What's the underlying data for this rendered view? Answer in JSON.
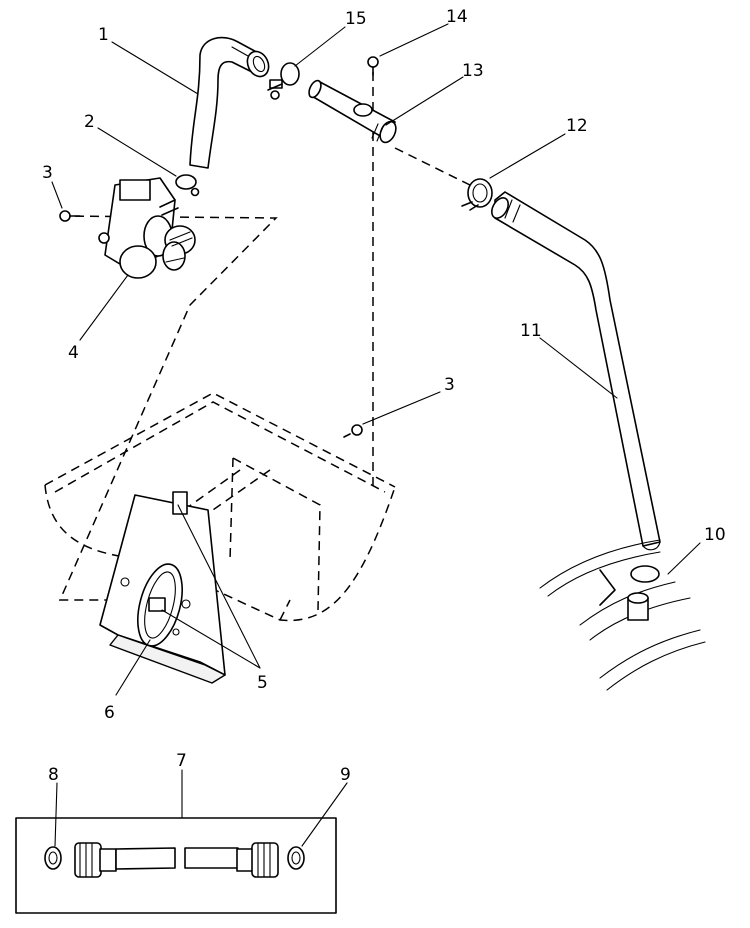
{
  "callouts": {
    "c1": "1",
    "c2": "2",
    "c3a": "3",
    "c3b": "3",
    "c4": "4",
    "c5": "5",
    "c6": "6",
    "c7": "7",
    "c8": "8",
    "c9": "9",
    "c10": "10",
    "c11": "11",
    "c12": "12",
    "c13": "13",
    "c14": "14",
    "c15": "15"
  }
}
